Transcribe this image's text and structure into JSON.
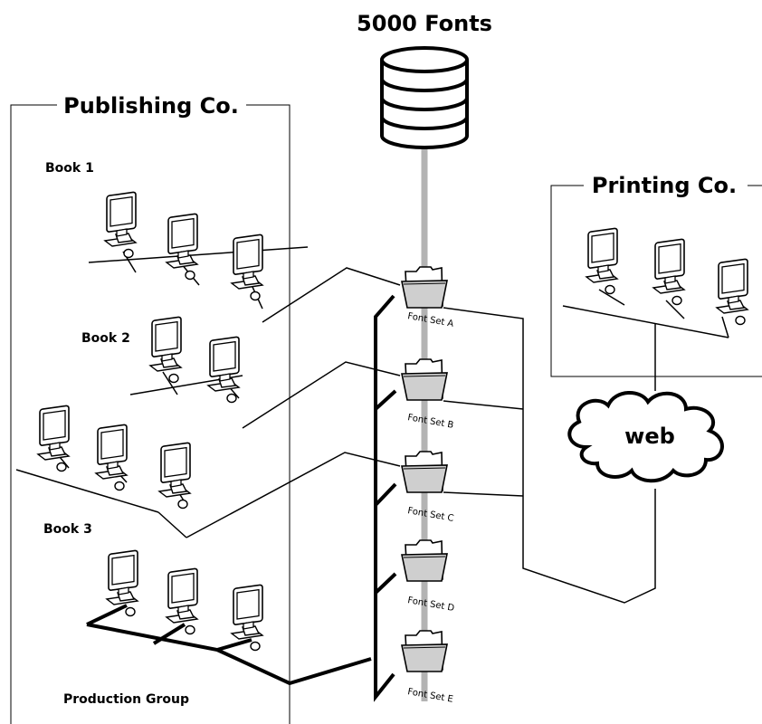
{
  "title": "5000 Fonts",
  "publishing": {
    "label": "Publishing Co.",
    "groups": [
      "Book 1",
      "Book 2",
      "Book 3",
      "Production Group"
    ]
  },
  "printing": {
    "label": "Printing Co."
  },
  "cloud": {
    "label": "web"
  },
  "font_sets": [
    "Font Set A",
    "Font Set B",
    "Font Set C",
    "Font Set D",
    "Font Set E"
  ],
  "icons": {
    "computer": "computer-icon",
    "folder": "folder-icon",
    "database": "database-icon",
    "cloud": "cloud-icon"
  },
  "colors": {
    "backbone": "#b3b3b3",
    "line": "#000000",
    "folder_front": "#cfcfcf"
  }
}
